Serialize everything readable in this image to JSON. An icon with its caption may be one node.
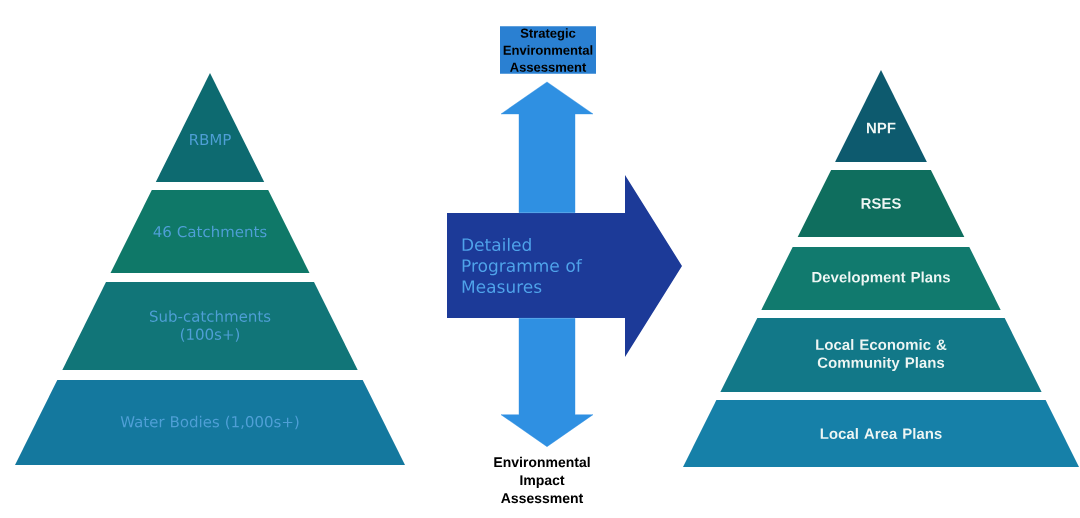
{
  "diagram": {
    "nodes": [
      {
        "text": [
          "RBMP"
        ]
      },
      {
        "text": [
          "46 Catchments"
        ]
      },
      {
        "text": [
          "Sub-catchments (100s+)"
        ]
      },
      {
        "text": [
          "Water Bodies (1,000s+)"
        ]
      },
      {
        "text": [
          "Strategic Environmental Assessment"
        ]
      },
      {
        "text": [
          "Detailed Programme of Measures"
        ]
      },
      {
        "text": [
          "Environmental Impact Assessment"
        ]
      },
      {
        "text": [
          "NPF"
        ]
      },
      {
        "text": [
          "RSES"
        ]
      },
      {
        "text": [
          "Development Plans"
        ]
      },
      {
        "text": [
          "Local Economic & Community Plans"
        ]
      },
      {
        "text": [
          "Local Area Plans"
        ]
      }
    ],
    "edges": [
      {
        "from": 5,
        "to": 4,
        "arrow": "to"
      },
      {
        "from": 5,
        "to": 6,
        "arrow": "to"
      }
    ]
  }
}
